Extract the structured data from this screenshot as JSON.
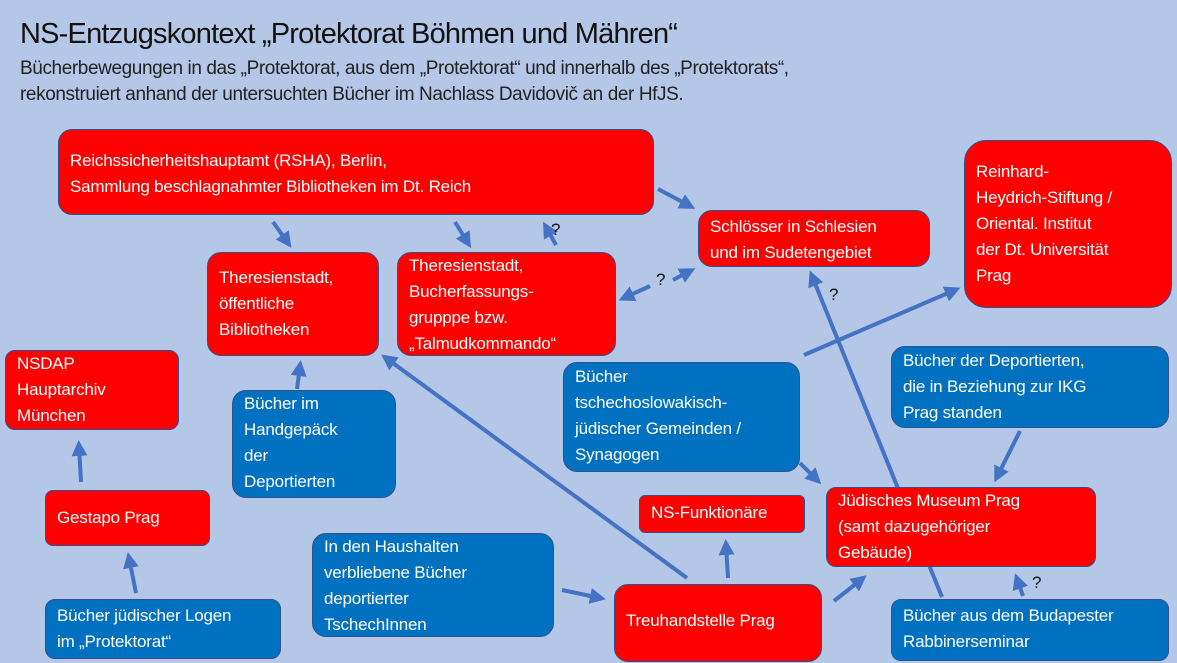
{
  "title": "NS-Entzugskontext „Protektorat Böhmen und Mähren“",
  "subtitle": [
    "Bücherbewegungen in das „Protektorat, aus dem „Protektorat“ und innerhalb des „Protektorats“,",
    "rekonstruiert anhand der untersuchten Bücher im Nachlass Davidovič an der HfJS."
  ],
  "colors": {
    "background": "#b4c7e7",
    "red": "#ff0000",
    "blue": "#0070c0",
    "arrow": "#4472c4"
  },
  "nodes": {
    "rsha": [
      "Reichssicherheitshauptamt (RSHA), Berlin,",
      "Sammlung beschlagnahmter Bibliotheken im Dt. Reich"
    ],
    "schloesser": [
      "Schlösser in Schlesien",
      "und im Sudetengebiet"
    ],
    "heydrich": [
      "Reinhard-",
      "Heydrich-Stiftung /",
      "Oriental. Institut",
      "der Dt. Universität",
      "Prag"
    ],
    "theresienstadt_oeff": [
      "Theresienstadt,",
      "öffentliche",
      "Bibliotheken"
    ],
    "theresienstadt_talmud": [
      "Theresienstadt,",
      "Bucherfassungs-",
      "grupppe bzw.",
      "„Talmudkommando“"
    ],
    "nsdap": [
      "NSDAP",
      "Hauptarchiv",
      "München"
    ],
    "handgepaeck": [
      "Bücher im",
      "Handgepäck",
      "der",
      "Deportierten"
    ],
    "gemeinden": [
      "Bücher",
      "tschechoslowakisch-",
      "jüdischer Gemeinden /",
      "Synagogen"
    ],
    "ikg": [
      "Bücher der Deportierten,",
      "die in Beziehung zur IKG",
      "Prag standen"
    ],
    "gestapo": [
      "Gestapo Prag"
    ],
    "museum": [
      "Jüdisches Museum Prag",
      "(samt dazugehöriger",
      "Gebäude)"
    ],
    "funktionaere": [
      "NS-Funktionäre"
    ],
    "haushalte": [
      "In den Haushalten",
      "verbliebene Bücher",
      "deportierter",
      "TschechInnen"
    ],
    "treuhand": [
      "Treuhandstelle Prag"
    ],
    "logen": [
      "Bücher jüdischer Logen",
      "im „Protektorat“"
    ],
    "budapest": [
      "Bücher aus dem Budapester",
      "Rabbinerseminar"
    ]
  },
  "uncertain_marker": "?"
}
